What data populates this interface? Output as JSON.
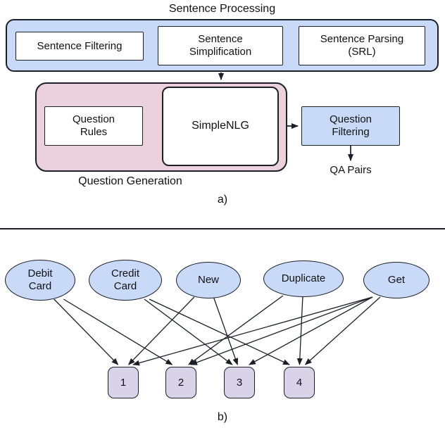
{
  "figure": {
    "part_a": {
      "caption": "a)",
      "sentence_processing": {
        "title": "Sentence Processing",
        "steps": [
          "Sentence Filtering",
          "Sentence Simplification",
          "Sentence Parsing (SRL)"
        ]
      },
      "question_generation": {
        "label": "Question Generation",
        "question_rules": "Question Rules",
        "simplenlg": "SimpleNLG"
      },
      "question_filtering": "Question Filtering",
      "output": "QA Pairs"
    },
    "part_b": {
      "caption": "b)",
      "keywords": [
        "Debit Card",
        "Credit Card",
        "New",
        "Duplicate",
        "Get"
      ],
      "intents": [
        "1",
        "2",
        "3",
        "4"
      ],
      "edges": [
        [
          0,
          0
        ],
        [
          0,
          1
        ],
        [
          1,
          2
        ],
        [
          1,
          3
        ],
        [
          2,
          0
        ],
        [
          2,
          2
        ],
        [
          3,
          1
        ],
        [
          3,
          3
        ],
        [
          4,
          0
        ],
        [
          4,
          1
        ],
        [
          4,
          2
        ],
        [
          4,
          3
        ]
      ]
    },
    "colors": {
      "blue_fill": "#c9daf8",
      "pink_fill": "#ead1dc",
      "purple_fill": "#d9d2e9",
      "stroke": "#1b1f27"
    }
  }
}
